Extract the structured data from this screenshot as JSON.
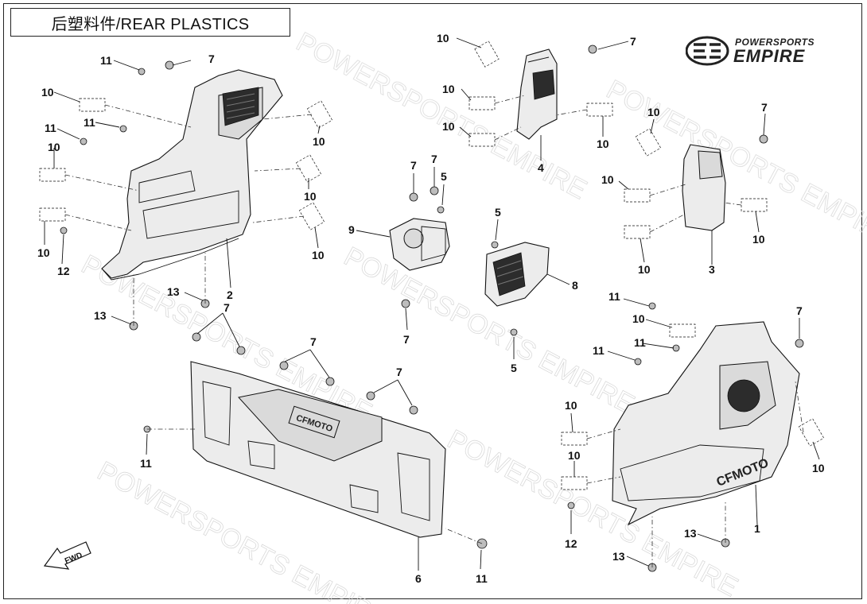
{
  "header": {
    "title": "后塑料件/REAR PLASTICS"
  },
  "brand": {
    "line1": "POWERSPORTS",
    "line2": "EMPIRE"
  },
  "watermark_text": "POWERSPORTS EMPIRE",
  "fwd_label": "FWD",
  "parts": {
    "p1": "1",
    "p2": "2",
    "p3": "3",
    "p4": "4",
    "p5": "5",
    "p6": "6",
    "p7": "7",
    "p8": "8",
    "p9": "9",
    "p10": "10",
    "p11": "11",
    "p12": "12",
    "p13": "13"
  },
  "panel_logo": "CFMOTO"
}
